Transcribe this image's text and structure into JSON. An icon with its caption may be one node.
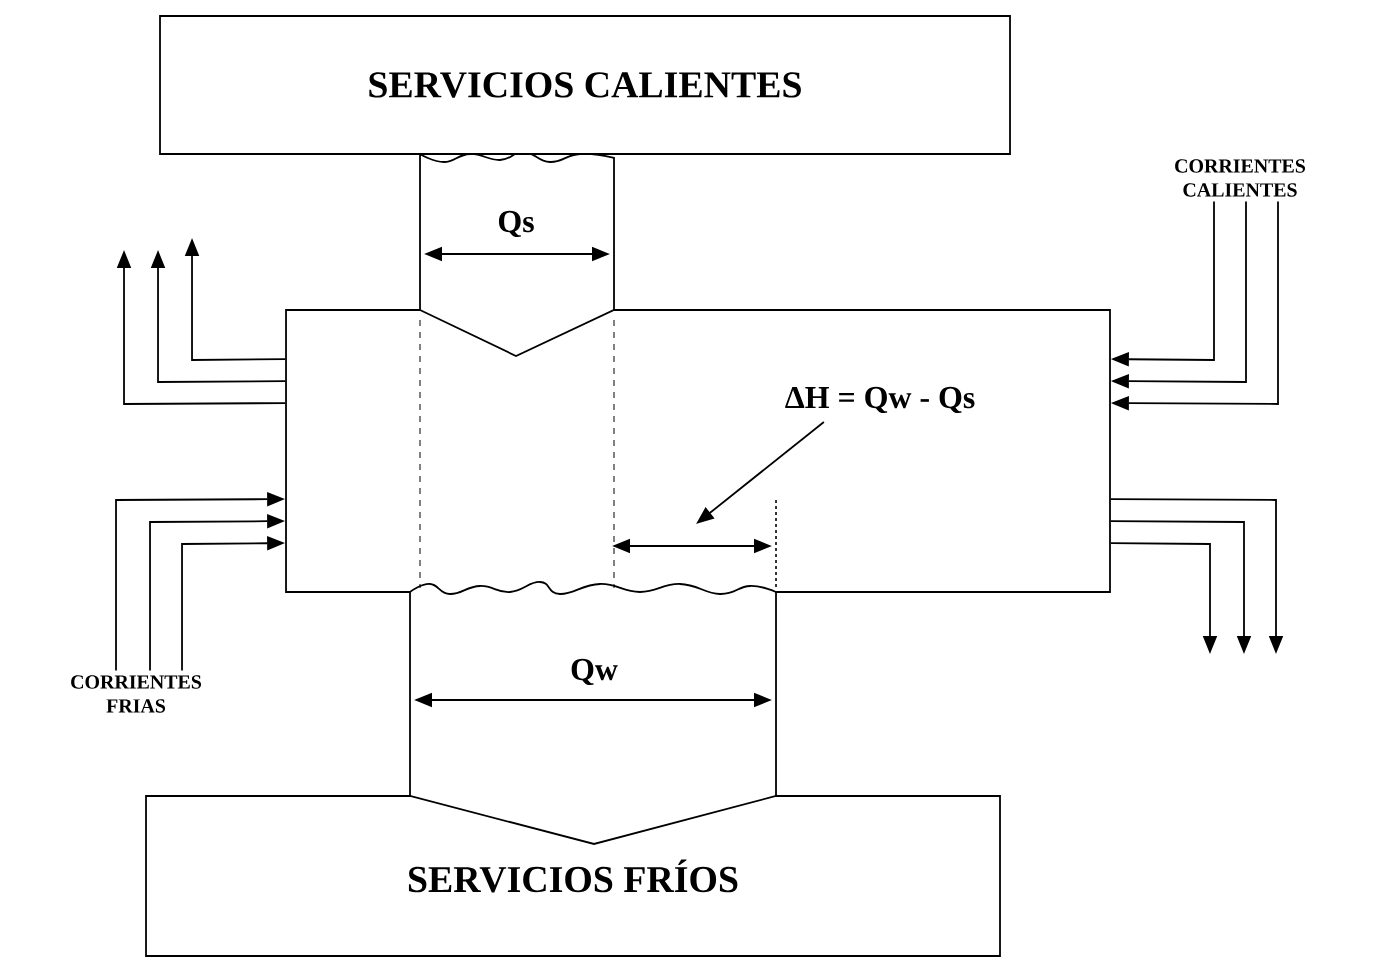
{
  "diagram": {
    "nodes": [
      {
        "text": [
          "SERVICIOS CALIENTES"
        ]
      },
      {
        "text": [],
        "shape": "box"
      },
      {
        "text": [
          "SERVICIOS FRÍOS"
        ]
      },
      {
        "text": [
          "ΔH = Qw - Qs"
        ],
        "in": 1
      },
      {
        "text": [
          "CORRIENTES CALIENTES"
        ]
      },
      {
        "text": [
          "CORRIENTES FRIAS"
        ]
      }
    ],
    "edges": [
      {
        "from": 1,
        "to": null,
        "arrow": "to"
      },
      {
        "from": 1,
        "to": null,
        "arrow": "to"
      },
      {
        "from": 1,
        "to": null,
        "arrow": "to"
      },
      {
        "from": 4,
        "to": 1,
        "arrow": "to"
      },
      {
        "from": 4,
        "to": 1,
        "arrow": "to"
      },
      {
        "from": 4,
        "to": 1,
        "arrow": "to"
      },
      {
        "from": 5,
        "to": 1,
        "arrow": "to"
      },
      {
        "from": 5,
        "to": 1,
        "arrow": "to"
      },
      {
        "from": 5,
        "to": 1,
        "arrow": "to"
      },
      {
        "from": 1,
        "to": null,
        "arrow": "to"
      },
      {
        "from": 1,
        "to": null,
        "arrow": "to"
      },
      {
        "from": 1,
        "to": null,
        "arrow": "to"
      },
      {
        "from": 3,
        "to": null,
        "arrow": "to"
      }
    ],
    "labels": [
      "Qs",
      "Qw"
    ]
  }
}
